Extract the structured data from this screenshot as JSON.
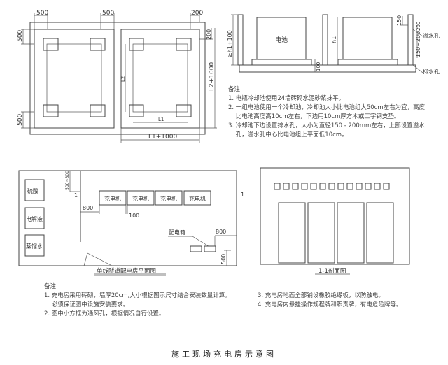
{
  "top_plan": {
    "dims": {
      "d500_a": "500",
      "d500_b": "500",
      "d500_left_top": "500",
      "d500_left_bottom": "500",
      "d200_top": "200",
      "d200_side": "200",
      "l2_plus": "L2+1000",
      "l2": "L2",
      "l1": "L1",
      "l1_plus": "L1+1000"
    }
  },
  "section": {
    "battery_label": "电池",
    "h_total": "≥h1+100",
    "h1": "h1",
    "d100": "100",
    "d150": "150",
    "d200": "200",
    "d150_200": "150~200",
    "overflow_hole": "溢水孔",
    "drain_hole": "排水孔"
  },
  "notes_top": {
    "heading": "备注:",
    "lines": [
      "1. 电瓶冷却池使用24墙砖砌水泥砂浆抹平。",
      "2. 一组电池使用一个冷却池，冷却池大小比电池组大50cm左右为宜，高度",
      "    比电池高度高10cm左右，下边用10cm厚方木或工字钢支垫。",
      "3. 冷却池下边设置排水孔，大小为直径150 - 200mm左右，上部设置溢水",
      "    孔，溢水孔中心比电池组上平面低10cm。"
    ]
  },
  "floor_plan": {
    "title": "单线隧道配电房平面图",
    "rooms": [
      "硫酸",
      "电解液",
      "蒸馏水"
    ],
    "chargers": [
      "充电机",
      "充电机",
      "充电机",
      "充电机"
    ],
    "distribution_box": "配电箱",
    "d800_a": "800",
    "d100": "100",
    "d800_b": "800",
    "d500": "500",
    "d500_800": "500~800",
    "section_mark_left": "1",
    "section_mark_right": "1"
  },
  "section_view": {
    "title": "1-1剖面图"
  },
  "notes_bottom": {
    "heading": "备注:",
    "left": [
      "1. 充电房采用砖砌，墙厚20cm,大小根据图示尺寸结合安装数量计算。",
      "    必须保证图中设施安装要求。",
      "2. 图中小方框为通风孔，根据情况自行设置。"
    ],
    "right": [
      "3. 充电房地面全部铺设橡胶绝缘板，以防触电。",
      "4. 充电房内悬挂操作规程牌和职责牌，有电危险牌等。"
    ]
  },
  "caption": "施工现场充电房示意图"
}
